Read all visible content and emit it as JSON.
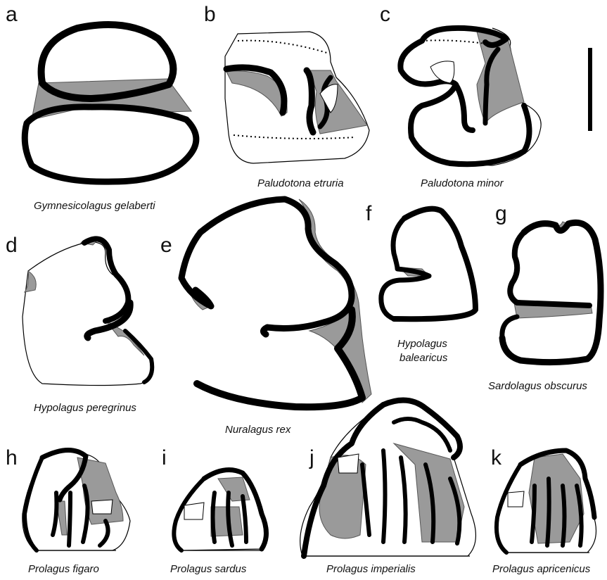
{
  "panels": [
    {
      "letter": "a",
      "species": "Gymnesicolagus gelaberti"
    },
    {
      "letter": "b",
      "species": "Paludotona etruria"
    },
    {
      "letter": "c",
      "species": "Paludotona minor"
    },
    {
      "letter": "d",
      "species": "Hypolagus peregrinus"
    },
    {
      "letter": "e",
      "species": "Nuralagus rex"
    },
    {
      "letter": "f",
      "species_line1": "Hypolagus",
      "species_line2": "balearicus"
    },
    {
      "letter": "g",
      "species": "Sardolagus obscurus"
    },
    {
      "letter": "h",
      "species": "Prolagus figaro"
    },
    {
      "letter": "i",
      "species": "Prolagus sardus"
    },
    {
      "letter": "j",
      "species": "Prolagus imperialis"
    },
    {
      "letter": "k",
      "species": "Prolagus apricenicus"
    }
  ],
  "scale_bar": {
    "shown": true
  },
  "colors": {
    "enamel": "#000000",
    "cement": "#9a9a9a",
    "background": "#ffffff"
  }
}
